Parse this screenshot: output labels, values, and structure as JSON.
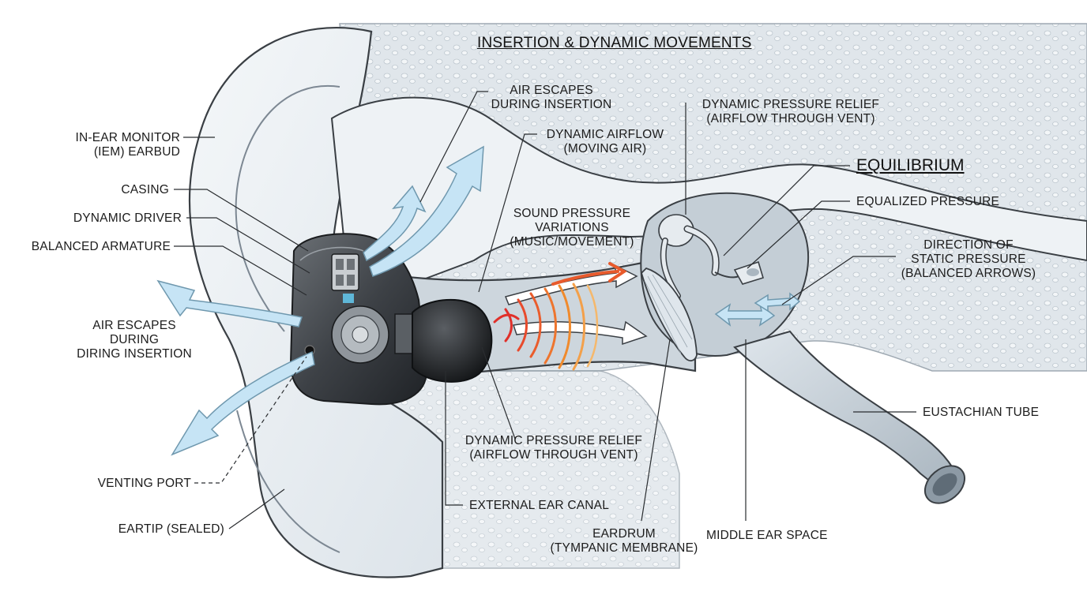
{
  "title": "INSERTION & DYNAMIC MOVEMENTS",
  "equilibrium": "EQUILIBRIUM",
  "labels": {
    "iem": [
      "IN-EAR MONITOR",
      "(IEM) EARBUD"
    ],
    "casing": "CASING",
    "dynamic_driver": "DYNAMIC DRIVER",
    "balanced_armature": "BALANCED ARMATURE",
    "air_escapes_left": [
      "AIR ESCAPES",
      "DURING",
      "DIRING INSERTION"
    ],
    "venting_port": "VENTING PORT",
    "eartip": "EARTIP (SEALED)",
    "air_escapes_top": [
      "AIR ESCAPES",
      "DURING INSERTION"
    ],
    "dynamic_airflow": [
      "DYNAMIC AIRFLOW",
      "(MOVING AIR)"
    ],
    "sound_pressure": [
      "SOUND PRESSURE",
      "VARIATIONS",
      "(MUSIC/MOVEMENT)"
    ],
    "relief_top": [
      "DYNAMIC PRESSURE RELIEF",
      "(AIRFLOW THROUGH VENT)"
    ],
    "equalized_pressure": "EQUALIZED PRESSURE",
    "static_pressure": [
      "DIRECTION OF",
      "STATIC PRESSURE",
      "(BALANCED ARROWS)"
    ],
    "relief_bottom": [
      "DYNAMIC PRESSURE RELIEF",
      "(AIRFLOW THROUGH VENT)"
    ],
    "external_canal": "EXTERNAL EAR CANAL",
    "eardrum": [
      "EARDRUM",
      "(TYMPANIC MEMBRANE)"
    ],
    "middle_ear": "MIDDLE EAR SPACE",
    "eustachian": "EUSTACHIAN TUBE"
  },
  "colors": {
    "outline": "#3a3f44",
    "tissue": "#e9eef2",
    "bone": "#d6dde3",
    "canal": "#cfd8df",
    "airflow": "#bfe0f2",
    "earbud": "#4a4e53",
    "sound_red": "#e0302a",
    "sound_orange": "#f08a2c"
  },
  "icons": {
    "airflow_arrow": "curved-arrow-icon",
    "pressure_arrow": "double-arrow-icon"
  }
}
